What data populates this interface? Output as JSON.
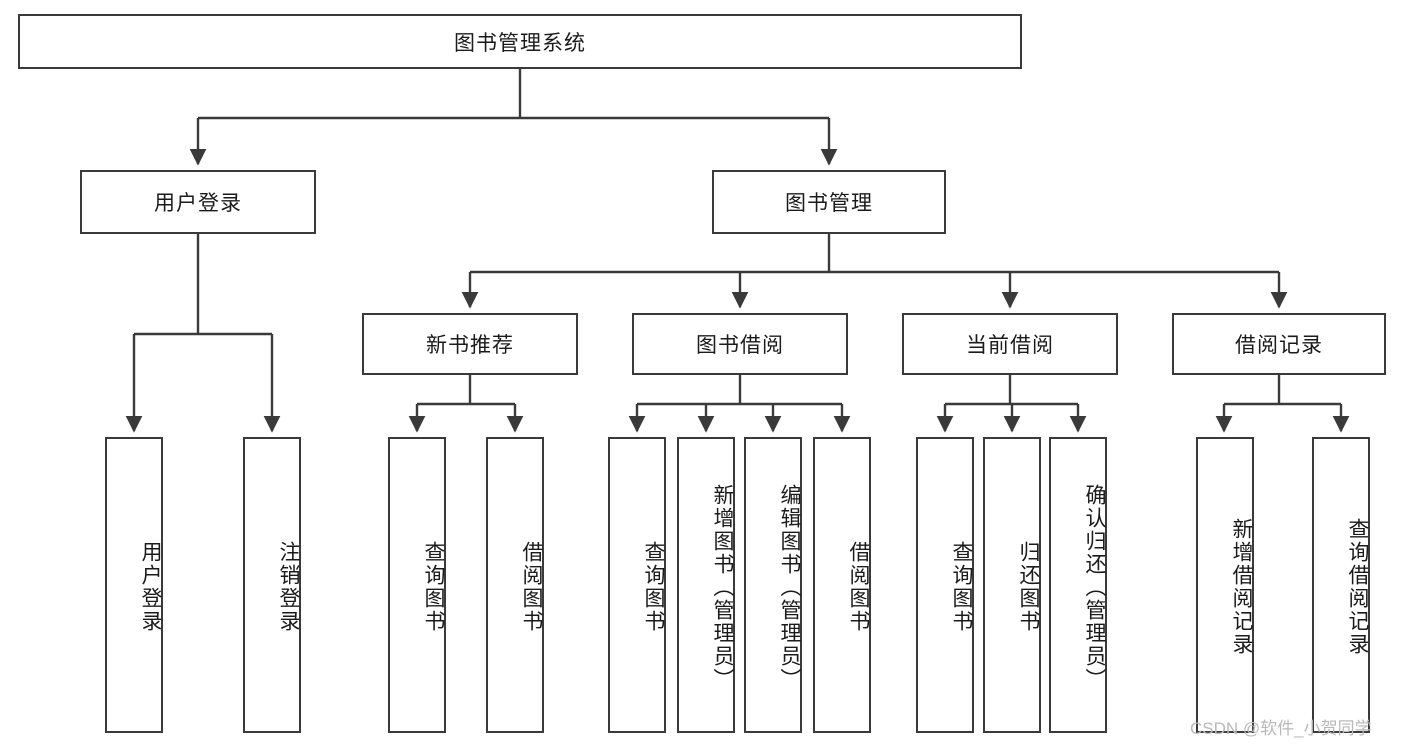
{
  "diagram": {
    "title": "图书管理系统",
    "type": "tree",
    "root": {
      "label": "图书管理系统"
    },
    "level2": [
      {
        "label": "用户登录"
      },
      {
        "label": "图书管理"
      }
    ],
    "level3": [
      {
        "label": "新书推荐"
      },
      {
        "label": "图书借阅"
      },
      {
        "label": "当前借阅"
      },
      {
        "label": "借阅记录"
      }
    ],
    "leaves_user_login": [
      {
        "label": "用户登录"
      },
      {
        "label": "注销登录"
      }
    ],
    "leaves_new_book": [
      {
        "label": "查询图书"
      },
      {
        "label": "借阅图书"
      }
    ],
    "leaves_borrow": [
      {
        "label": "查询图书"
      },
      {
        "label": "新增图书（管理员）"
      },
      {
        "label": "编辑图书（管理员）"
      },
      {
        "label": "借阅图书"
      }
    ],
    "leaves_current": [
      {
        "label": "查询图书"
      },
      {
        "label": "归还图书"
      },
      {
        "label": "确认归还（管理员）"
      }
    ],
    "leaves_records": [
      {
        "label": "新增借阅记录"
      },
      {
        "label": "查询借阅记录"
      }
    ]
  },
  "watermark": {
    "text": "CSDN @软件_小贺同学"
  },
  "colors": {
    "stroke": "#3a3a3a",
    "fill": "#ffffff",
    "text": "#1b1b1b",
    "watermark": "#b9b9b9"
  }
}
